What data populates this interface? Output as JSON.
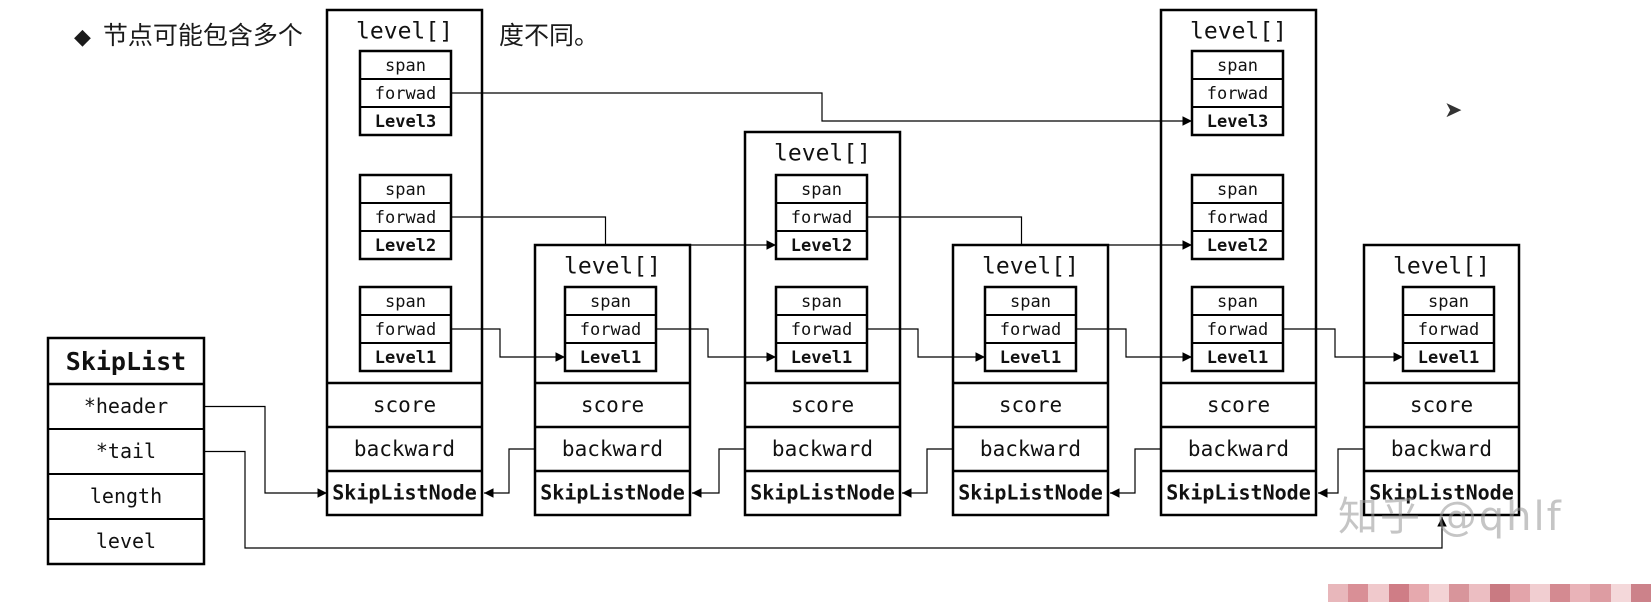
{
  "header": {
    "bullet": "◆",
    "text_before": "节点可能包含多个",
    "text_after": "度不同。"
  },
  "skiplist": {
    "title": "SkipList",
    "fields": [
      "*header",
      "*tail",
      "length",
      "level"
    ]
  },
  "node_labels": {
    "array": "level[]",
    "span": "span",
    "forward": "forwad",
    "score": "score",
    "backward": "backward",
    "name": "SkipListNode"
  },
  "level_names": [
    "Level1",
    "Level2",
    "Level3"
  ],
  "nodes": [
    {
      "levels": 3
    },
    {
      "levels": 1
    },
    {
      "levels": 2
    },
    {
      "levels": 1
    },
    {
      "levels": 3
    },
    {
      "levels": 1
    }
  ],
  "watermark": "知乎 @qhlf",
  "colors": {
    "stroke": "#000000",
    "text": "#111111",
    "mosaic": [
      "#e8b7bb",
      "#d98f96",
      "#f0c9cc",
      "#cf7d86",
      "#e6a9ae",
      "#f3d3d5",
      "#d8959b",
      "#ecbec2",
      "#c97a82",
      "#e3a4aa",
      "#f1ced1",
      "#d48a91",
      "#e9b3b8",
      "#dd9ca2",
      "#f4d8da",
      "#cc828a"
    ]
  }
}
